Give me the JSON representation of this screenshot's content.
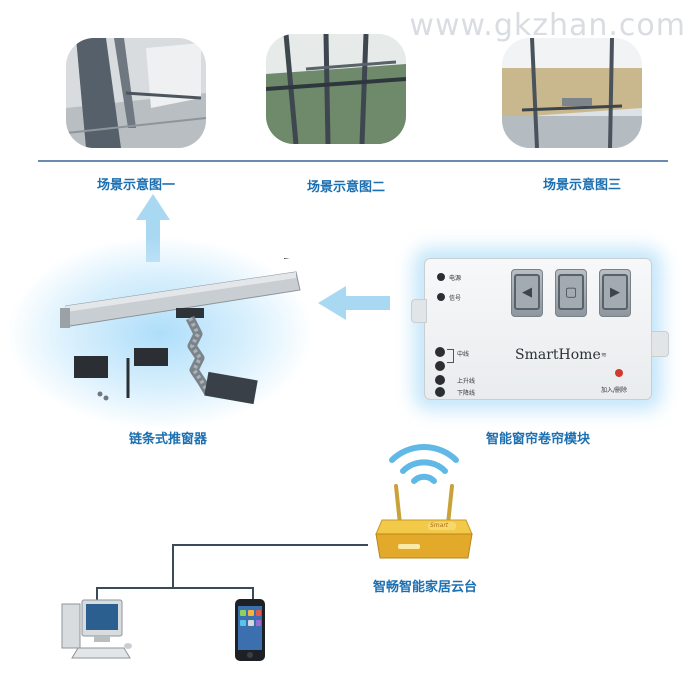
{
  "watermark": "www.gkzhan.com",
  "scenes": [
    {
      "caption": "场景示意图一"
    },
    {
      "caption": "场景示意图二"
    },
    {
      "caption": "场景示意图三"
    }
  ],
  "opener": {
    "caption": "链条式推窗器"
  },
  "module": {
    "caption": "智能窗帘卷帘模块",
    "brand": "SmartHome",
    "led_labels": [
      "电源",
      "信号"
    ],
    "terminal_labels": [
      "中线",
      "上升线",
      "下降线"
    ],
    "learn_label": "加入/删除",
    "buttons": [
      "◀",
      "▢",
      "▶"
    ]
  },
  "gateway": {
    "caption": "智畅智能家居云台",
    "logo": "Smart"
  },
  "colors": {
    "caption": "#1c6fb0",
    "arrow": "#a9d8f2",
    "rule": "#6a8bb0"
  }
}
